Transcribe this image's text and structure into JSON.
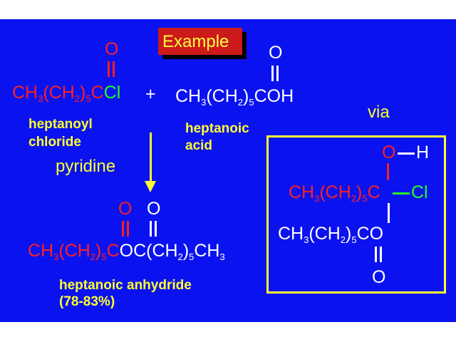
{
  "title": "Example",
  "reactant1": {
    "oxygen": "O",
    "formula_a": "CH",
    "sub_a": "3",
    "formula_b": "(CH",
    "sub_b": "2",
    "formula_c": ")",
    "sub_c": "5",
    "formula_d": "C",
    "formula_e": "Cl",
    "name_line1": "heptanoyl",
    "name_line2": "chloride"
  },
  "plus": "+",
  "reactant2": {
    "oxygen": "O",
    "formula_a": "CH",
    "sub_a": "3",
    "formula_b": "(CH",
    "sub_b": "2",
    "formula_c": ")",
    "sub_c": "5",
    "formula_d": "COH",
    "name_line1": "heptanoic",
    "name_line2": "acid"
  },
  "reagent": "pyridine",
  "product": {
    "oxygen1": "O",
    "oxygen2": "O",
    "formula_a": "CH",
    "sub_a": "3",
    "formula_b": "(CH",
    "sub_b": "2",
    "formula_c": ")",
    "sub_c": "5",
    "formula_d": "C",
    "formula_e": "OC(CH",
    "sub_e": "2",
    "formula_f": ")",
    "sub_f": "5",
    "formula_g": "CH",
    "sub_g": "3",
    "name_line1": "heptanoic anhydride",
    "name_line2": "(78-83%)"
  },
  "via": "via",
  "intermediate": {
    "oh_o": "O",
    "oh_h": "H",
    "row1_a": "CH",
    "row1_sub_a": "3",
    "row1_b": "(CH",
    "row1_sub_b": "2",
    "row1_c": ")",
    "row1_sub_c": "5",
    "row1_d": "C",
    "row1_cl": "Cl",
    "row2_a": "CH",
    "row2_sub_a": "3",
    "row2_b": "(CH",
    "row2_sub_b": "2",
    "row2_c": ")",
    "row2_sub_c": "5",
    "row2_d": "CO",
    "bottom_o": "O"
  },
  "colors": {
    "background": "#0b12f0",
    "red": "#ff2020",
    "yellow": "#ffff30",
    "green": "#22ff22",
    "white": "#ffffff"
  }
}
